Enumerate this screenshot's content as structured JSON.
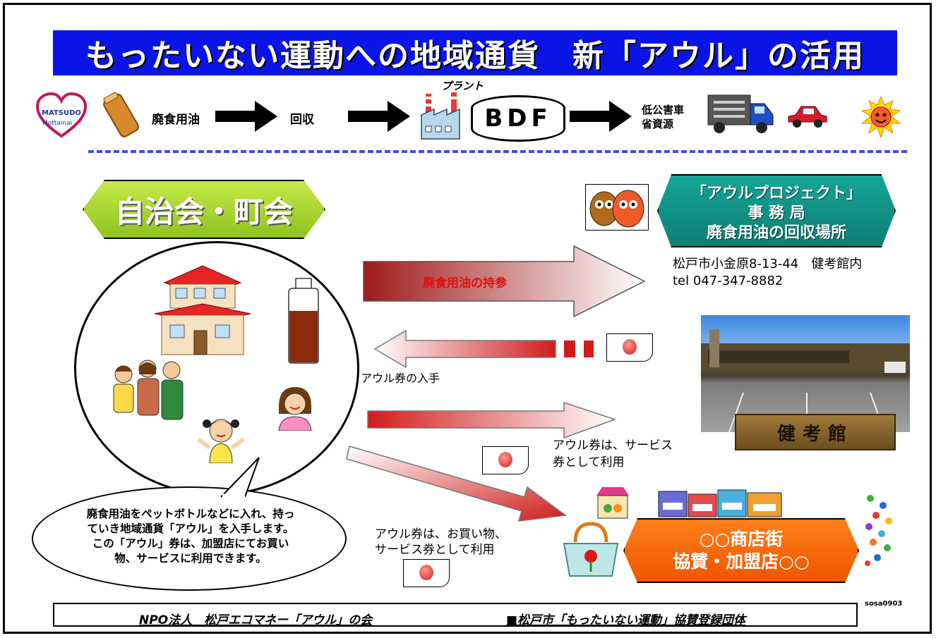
{
  "title": "もったいない運動への地域通貨　新「アウル」の活用",
  "flow": {
    "item1": "廃食用油",
    "item2": "回収",
    "plant_label": "プラント",
    "bdf": "BDF",
    "item4_line1": "低公害車",
    "item4_line2": "省資源"
  },
  "logo_text": "MATSUDO Mottainai",
  "green_box": "自治会・町会",
  "office": {
    "line1": "「アウルプロジェクト」",
    "line2": "事 務 局",
    "line3": "廃食用油の回収場所",
    "address": "松戸市小金原8-13-44　健考館内",
    "tel": "tel 047-347-8882"
  },
  "arrows": {
    "bring_oil": "廃食用油の持参",
    "get_ticket": "アウル券の入手",
    "service_line1": "アウル券は、サービス",
    "service_line2": "券として利用",
    "shop_line1": "アウル券は、お買い物、",
    "shop_line2": "サービス券として利用"
  },
  "bubble": {
    "line1": "廃食用油をペットボトルなどに入れ、持っ",
    "line2": "ていき地域通貨「アウル」を入手します。",
    "line3": "この「アウル」券は、加盟店にてお買い",
    "line4": "物、サービスに利用できます。"
  },
  "sign_text": "健考館",
  "shop_box": {
    "line1": "○○商店街",
    "line2": "協賛・加盟店○○"
  },
  "footer": {
    "left": "NPO法人　松戸エコマネー「アウル」の会",
    "right": "■松戸市「もったいない運動」協賛登録団体"
  },
  "code": "sosa0903",
  "colors": {
    "title_bg": "#0a14e6",
    "green": "#8fc31f",
    "teal": "#0d7f73",
    "orange": "#ee5600",
    "arrow_red": "#c0141e"
  }
}
